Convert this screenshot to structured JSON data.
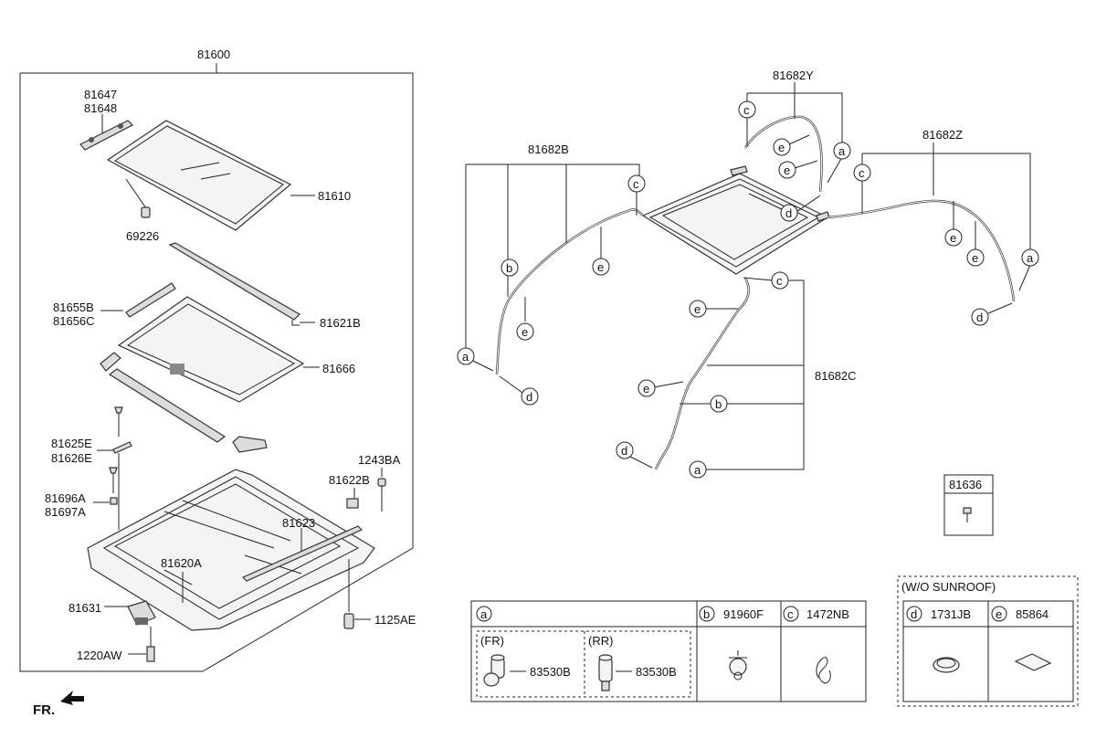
{
  "labels": {
    "assembly": "81600",
    "p81647": "81647",
    "p81648": "81648",
    "p81610": "81610",
    "p69226": "69226",
    "p81655b": "81655B",
    "p81656c": "81656C",
    "p81621b": "81621B",
    "p81666": "81666",
    "p81625e": "81625E",
    "p81626e": "81626E",
    "p1243ba": "1243BA",
    "p81622b": "81622B",
    "p81696a": "81696A",
    "p81697a": "81697A",
    "p81623": "81623",
    "p81620a": "81620A",
    "p81631": "81631",
    "p1125ae": "1125AE",
    "p1220aw": "1220AW",
    "fr": "FR.",
    "drain_fl": "81682B",
    "drain_fr": "81682Y",
    "drain_rr": "81682Z",
    "drain_rl": "81682C",
    "p81636": "81636"
  },
  "callouts": {
    "a": "a",
    "b": "b",
    "c": "c",
    "d": "d",
    "e": "e"
  },
  "legend": {
    "a_fr_tag": "(FR)",
    "a_rr_tag": "(RR)",
    "a_fr_part": "83530B",
    "a_rr_part": "83530B",
    "b_part": "91960F",
    "c_part": "1472NB",
    "wo_sunroof": "(W/O SUNROOF)",
    "d_part": "1731JB",
    "e_part": "85864"
  }
}
